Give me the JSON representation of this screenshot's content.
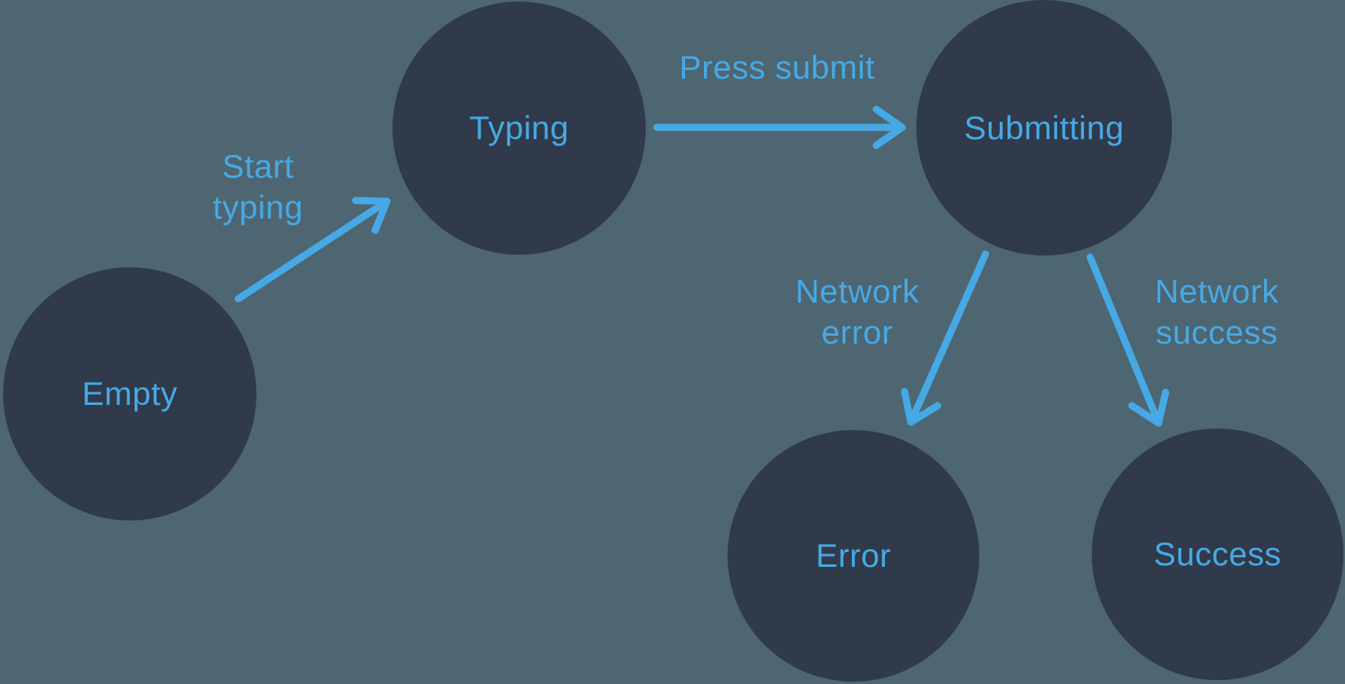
{
  "diagram": {
    "type": "state-machine",
    "states": [
      {
        "id": "empty",
        "label": "Empty"
      },
      {
        "id": "typing",
        "label": "Typing"
      },
      {
        "id": "submitting",
        "label": "Submitting"
      },
      {
        "id": "error",
        "label": "Error"
      },
      {
        "id": "success",
        "label": "Success"
      }
    ],
    "transitions": [
      {
        "from": "empty",
        "to": "typing",
        "label": "Start\ntyping"
      },
      {
        "from": "typing",
        "to": "submitting",
        "label": "Press submit"
      },
      {
        "from": "submitting",
        "to": "error",
        "label": "Network\nerror"
      },
      {
        "from": "submitting",
        "to": "success",
        "label": "Network\nsuccess"
      }
    ],
    "colors": {
      "background": "#4d6671",
      "node": "#303a4a",
      "accent": "#46a9e5"
    }
  }
}
